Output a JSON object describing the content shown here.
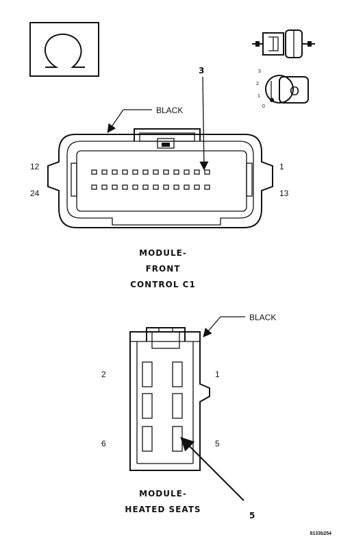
{
  "connector_c1": {
    "color": "BLACK",
    "callout": "3",
    "pin_top_left": "12",
    "pin_top_right": "1",
    "pin_bottom_left": "24",
    "pin_bottom_right": "13",
    "title": [
      "MODULE-",
      "FRONT",
      "CONTROL C1"
    ]
  },
  "connector_seats": {
    "color": "BLACK",
    "callout": "5",
    "pin_top_left": "2",
    "pin_top_right": "1",
    "pin_bottom_left": "6",
    "pin_bottom_right": "5",
    "title": [
      "MODULE-",
      "HEATED SEATS"
    ]
  },
  "ignition_positions": [
    "3",
    "2",
    "1",
    "0"
  ],
  "ignition_key_mark": "O",
  "figure_id": "8133b254"
}
